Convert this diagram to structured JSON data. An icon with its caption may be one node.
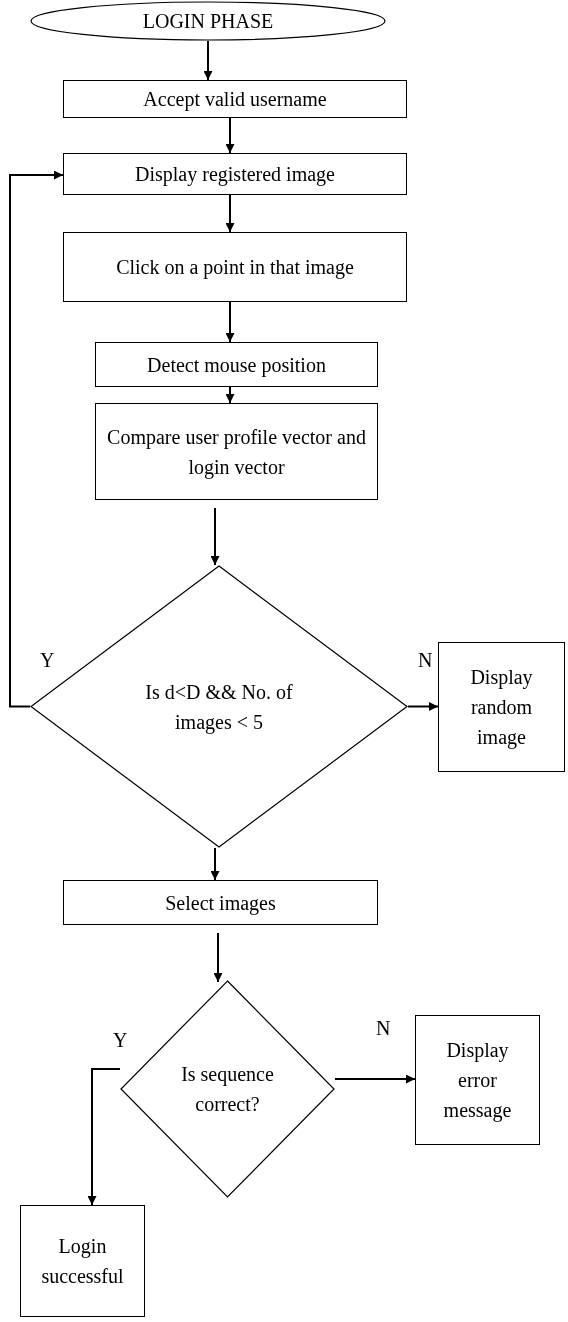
{
  "diagram": {
    "nodes": [
      {
        "text": [
          "LOGIN PHASE"
        ]
      },
      {
        "text": [
          "Accept valid username"
        ]
      },
      {
        "text": [
          "Display registered image"
        ]
      },
      {
        "text": [
          "Click on a point in that image"
        ]
      },
      {
        "text": [
          "Detect mouse position"
        ]
      },
      {
        "text": [
          "Compare user profile vector and login vector"
        ]
      },
      {
        "text": [
          "Is d<D && No. of images < 5"
        ]
      },
      {
        "text": [
          "Display random image"
        ]
      },
      {
        "text": [
          "Select images"
        ]
      },
      {
        "text": [
          "Is sequence correct?"
        ]
      },
      {
        "text": [
          "Display error message"
        ]
      },
      {
        "text": [
          "Login successful"
        ]
      }
    ],
    "edges": [
      {
        "from": 0,
        "to": 1,
        "arrow": "to"
      },
      {
        "from": 1,
        "to": 2,
        "arrow": "to"
      },
      {
        "from": 2,
        "to": 3,
        "arrow": "to"
      },
      {
        "from": 3,
        "to": 4,
        "arrow": "to"
      },
      {
        "from": 4,
        "to": 5,
        "arrow": "to"
      },
      {
        "from": 5,
        "to": 6,
        "arrow": "to"
      },
      {
        "from": 6,
        "to": 2,
        "arrow": "to",
        "label": "Y"
      },
      {
        "from": 6,
        "to": 7,
        "arrow": "to",
        "label": "N"
      },
      {
        "from": 6,
        "to": 8,
        "arrow": "to"
      },
      {
        "from": 8,
        "to": 9,
        "arrow": "to"
      },
      {
        "from": 9,
        "to": 10,
        "arrow": "to",
        "label": "N"
      },
      {
        "from": 9,
        "to": 11,
        "arrow": "to",
        "label": "Y"
      }
    ]
  }
}
